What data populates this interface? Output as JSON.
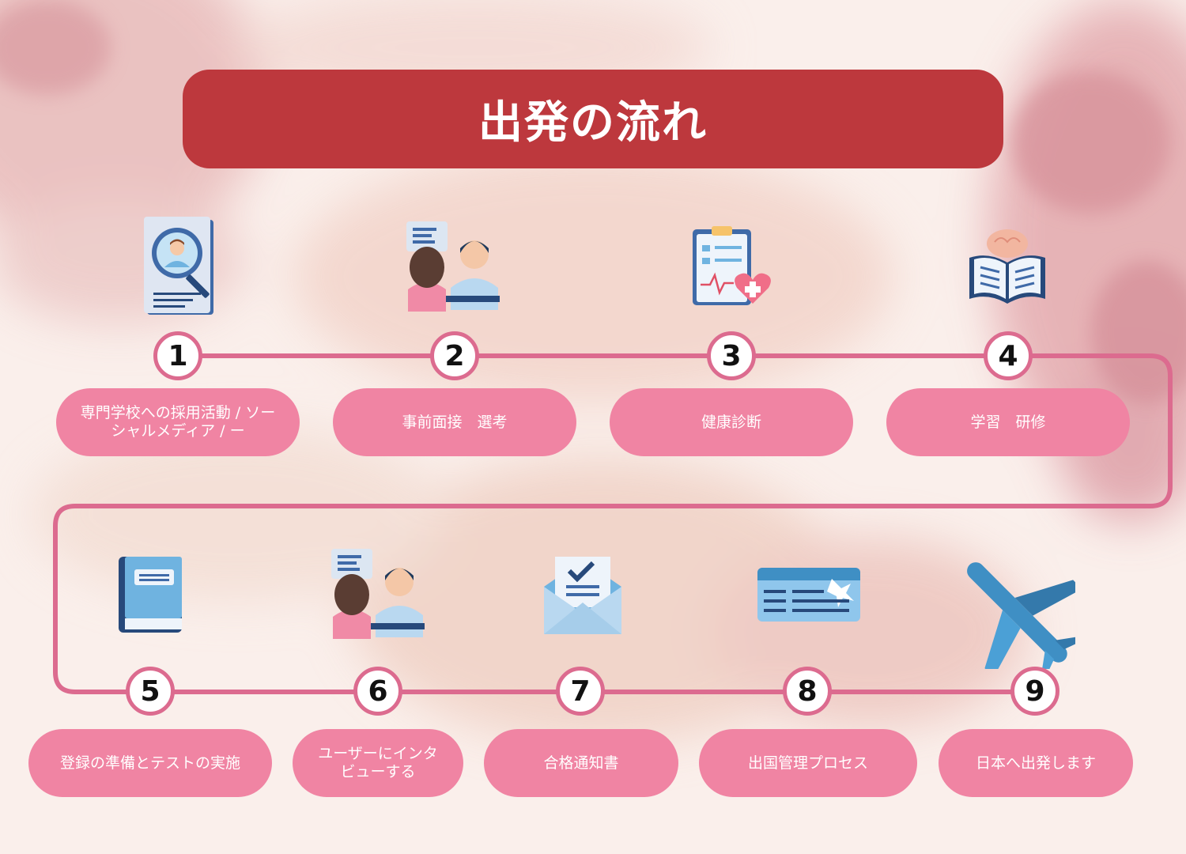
{
  "title": "出発の流れ",
  "steps": [
    {
      "number": "1",
      "label": "専門学校への採用活動 / ソーシャルメディア / ー",
      "icon": "resume-search-icon"
    },
    {
      "number": "2",
      "label": "事前面接　選考",
      "icon": "interview-icon"
    },
    {
      "number": "3",
      "label": "健康診断",
      "icon": "medical-checkup-icon"
    },
    {
      "number": "4",
      "label": "学習　研修",
      "icon": "study-book-brain-icon"
    },
    {
      "number": "5",
      "label": "登録の準備とテストの実施",
      "icon": "book-icon"
    },
    {
      "number": "6",
      "label": "ユーザーにインタビューする",
      "icon": "interview-icon"
    },
    {
      "number": "7",
      "label": "合格通知書",
      "icon": "acceptance-letter-icon"
    },
    {
      "number": "8",
      "label": "出国管理プロセス",
      "icon": "boarding-pass-icon"
    },
    {
      "number": "9",
      "label": "日本へ出発します",
      "icon": "airplane-icon"
    }
  ],
  "colors": {
    "title": "#bd383d",
    "pill": "#f084a3",
    "line": "#dc6b8f",
    "icon_blue": "#3f8fc4"
  }
}
